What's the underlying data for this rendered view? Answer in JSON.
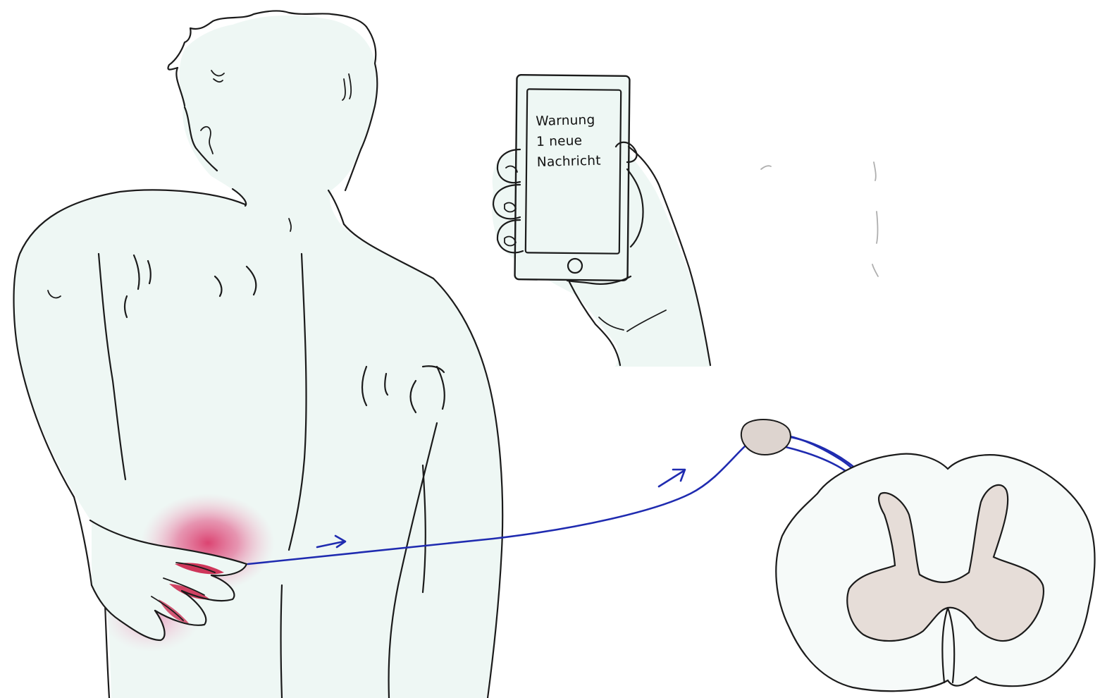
{
  "phone": {
    "message_line1": "Warnung",
    "message_line2": "1 neue",
    "message_line3": "Nachricht"
  },
  "colors": {
    "skin": "#eef7f4",
    "nerve": "#1f2bb0",
    "pain": "#d8245a",
    "grey_matter": "#e6ddd8",
    "ganglion": "#ddd4cf",
    "outline": "#1b1b1b"
  },
  "icons": [
    "man-back-figure",
    "hand-holding-smartphone",
    "pain-spot",
    "nerve-pathway",
    "spinal-cord-cross-section"
  ]
}
